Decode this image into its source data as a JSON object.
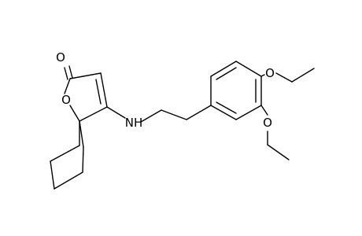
{
  "molecule": {
    "atoms": {
      "carbonyl_oxygen": "O",
      "ring_oxygen": "O",
      "amine": "NH",
      "ether_oxygen_1": "O",
      "ether_oxygen_2": "O"
    }
  }
}
